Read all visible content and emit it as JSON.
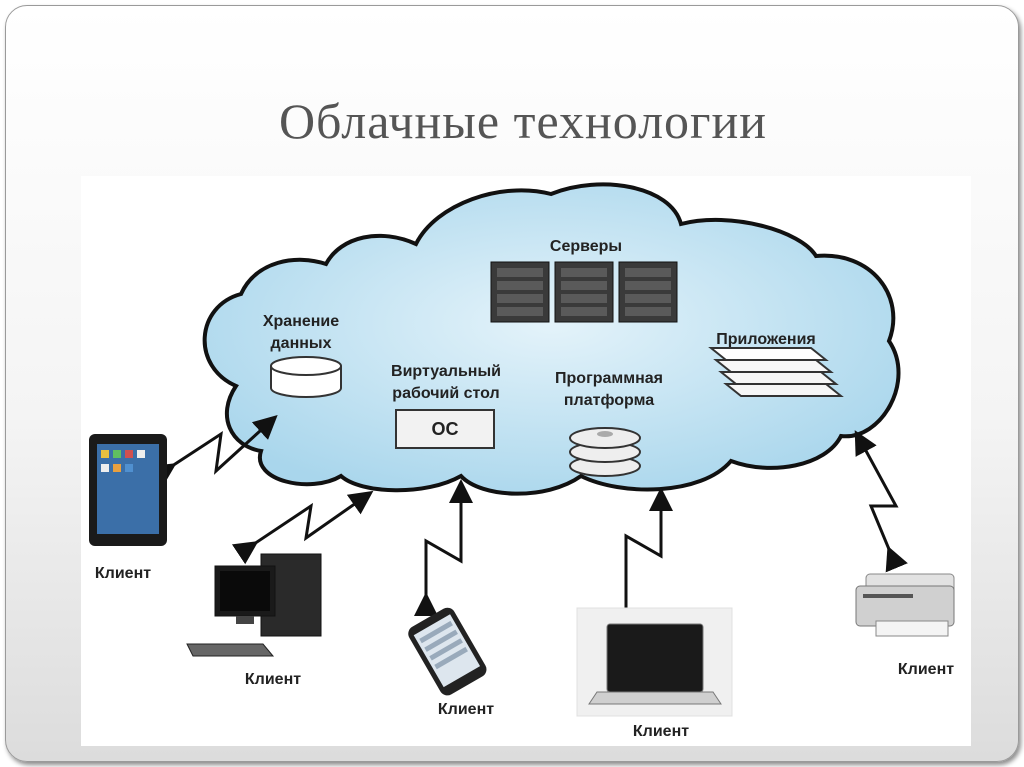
{
  "slide": {
    "title": "Облачные технологии"
  },
  "cloud": {
    "servers_label": "Серверы",
    "storage_label_line1": "Хранение",
    "storage_label_line2": "данных",
    "desktop_label_line1": "Виртуальный",
    "desktop_label_line2": "рабочий стол",
    "os_label": "ОС",
    "platform_label_line1": "Программная",
    "platform_label_line2": "платформа",
    "apps_label": "Приложения"
  },
  "clients": [
    {
      "device": "tablet-icon",
      "label": "Клиент"
    },
    {
      "device": "desktop-computer-icon",
      "label": "Клиент"
    },
    {
      "device": "smartphone-icon",
      "label": "Клиент"
    },
    {
      "device": "laptop-icon",
      "label": "Клиент"
    },
    {
      "device": "printer-icon",
      "label": "Клиент"
    }
  ],
  "colors": {
    "cloud_fill": "#cde7f3",
    "cloud_stroke": "#111111",
    "title": "#555555"
  }
}
